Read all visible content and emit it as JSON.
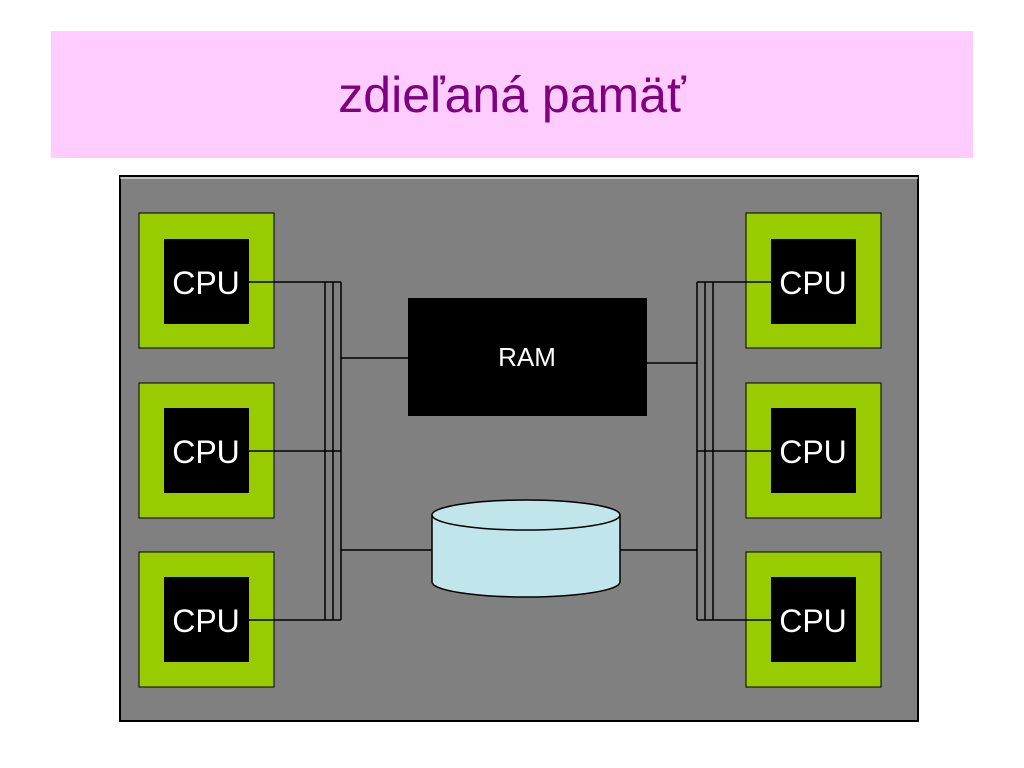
{
  "title": "zdieľaná pamäť",
  "diagram": {
    "cpu_label": "CPU",
    "ram_label": "RAM",
    "cpus": [
      {
        "label": "CPU",
        "side": "left"
      },
      {
        "label": "CPU",
        "side": "left"
      },
      {
        "label": "CPU",
        "side": "left"
      },
      {
        "label": "CPU",
        "side": "right"
      },
      {
        "label": "CPU",
        "side": "right"
      },
      {
        "label": "CPU",
        "side": "right"
      }
    ]
  },
  "colors": {
    "title_background": "#ffccff",
    "title_text": "#800080",
    "panel_background": "#808080",
    "cpu_frame": "#99cc00",
    "cpu_core": "#000000",
    "ram_fill": "#000000",
    "disk_fill": "#c0e6ec",
    "wire": "#000000"
  }
}
